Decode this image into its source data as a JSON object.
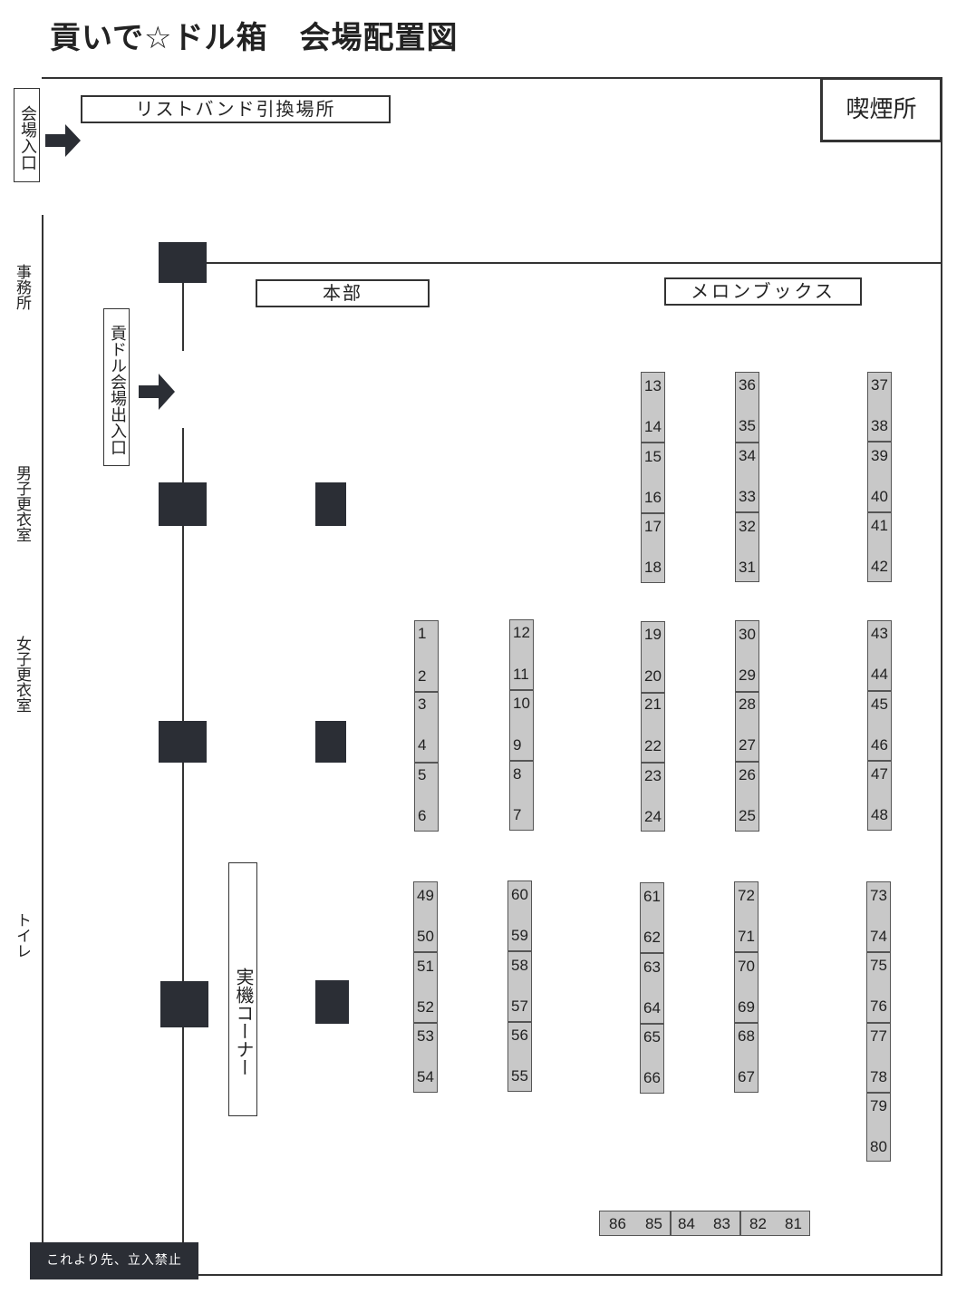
{
  "title": "貢いで☆ドル箱　会場配置図",
  "labels": {
    "entrance": "会場入口",
    "wristband": "リストバンド引換場所",
    "smoking": "喫煙所",
    "office": "事務所",
    "venue_entrance": "貢ドル会場出入口",
    "mens_changing": "男子更衣室",
    "womens_changing": "女子更衣室",
    "toilet": "トイレ",
    "honbu": "本部",
    "melonbooks": "メロンブックス",
    "jikki_corner": "実機コーナー",
    "no_entry": "これより先、立入禁止"
  },
  "tables": [
    {
      "id": "t13",
      "nums": [
        "13",
        "14"
      ]
    },
    {
      "id": "t15",
      "nums": [
        "15",
        "16"
      ]
    },
    {
      "id": "t17",
      "nums": [
        "17",
        "18"
      ]
    },
    {
      "id": "t36",
      "nums": [
        "36",
        "35"
      ]
    },
    {
      "id": "t34",
      "nums": [
        "34",
        "33"
      ]
    },
    {
      "id": "t32",
      "nums": [
        "32",
        "31"
      ]
    },
    {
      "id": "t37",
      "nums": [
        "37",
        "38"
      ]
    },
    {
      "id": "t39",
      "nums": [
        "39",
        "40"
      ]
    },
    {
      "id": "t41",
      "nums": [
        "41",
        "42"
      ]
    },
    {
      "id": "t1",
      "nums": [
        "1",
        "2"
      ]
    },
    {
      "id": "t3",
      "nums": [
        "3",
        "4"
      ]
    },
    {
      "id": "t5",
      "nums": [
        "5",
        "6"
      ]
    },
    {
      "id": "t12",
      "nums": [
        "12",
        "11"
      ]
    },
    {
      "id": "t10",
      "nums": [
        "10",
        "9"
      ]
    },
    {
      "id": "t8",
      "nums": [
        "8",
        "7"
      ]
    },
    {
      "id": "t19",
      "nums": [
        "19",
        "20"
      ]
    },
    {
      "id": "t21",
      "nums": [
        "21",
        "22"
      ]
    },
    {
      "id": "t23",
      "nums": [
        "23",
        "24"
      ]
    },
    {
      "id": "t30",
      "nums": [
        "30",
        "29"
      ]
    },
    {
      "id": "t28",
      "nums": [
        "28",
        "27"
      ]
    },
    {
      "id": "t26",
      "nums": [
        "26",
        "25"
      ]
    },
    {
      "id": "t43",
      "nums": [
        "43",
        "44"
      ]
    },
    {
      "id": "t45",
      "nums": [
        "45",
        "46"
      ]
    },
    {
      "id": "t47",
      "nums": [
        "47",
        "48"
      ]
    },
    {
      "id": "t49",
      "nums": [
        "49",
        "50"
      ]
    },
    {
      "id": "t51",
      "nums": [
        "51",
        "52"
      ]
    },
    {
      "id": "t53",
      "nums": [
        "53",
        "54"
      ]
    },
    {
      "id": "t60",
      "nums": [
        "60",
        "59"
      ]
    },
    {
      "id": "t58",
      "nums": [
        "58",
        "57"
      ]
    },
    {
      "id": "t56",
      "nums": [
        "56",
        "55"
      ]
    },
    {
      "id": "t61",
      "nums": [
        "61",
        "62"
      ]
    },
    {
      "id": "t63",
      "nums": [
        "63",
        "64"
      ]
    },
    {
      "id": "t65",
      "nums": [
        "65",
        "66"
      ]
    },
    {
      "id": "t72",
      "nums": [
        "72",
        "71"
      ]
    },
    {
      "id": "t70",
      "nums": [
        "70",
        "69"
      ]
    },
    {
      "id": "t68",
      "nums": [
        "68",
        "67"
      ]
    },
    {
      "id": "t73",
      "nums": [
        "73",
        "74"
      ]
    },
    {
      "id": "t75",
      "nums": [
        "75",
        "76"
      ]
    },
    {
      "id": "t77",
      "nums": [
        "77",
        "78"
      ]
    },
    {
      "id": "t79",
      "nums": [
        "79",
        "80"
      ]
    },
    {
      "id": "t86",
      "nums": [
        "86",
        "85"
      ]
    },
    {
      "id": "t84",
      "nums": [
        "84",
        "83"
      ]
    },
    {
      "id": "t82",
      "nums": [
        "82",
        "81"
      ]
    }
  ]
}
